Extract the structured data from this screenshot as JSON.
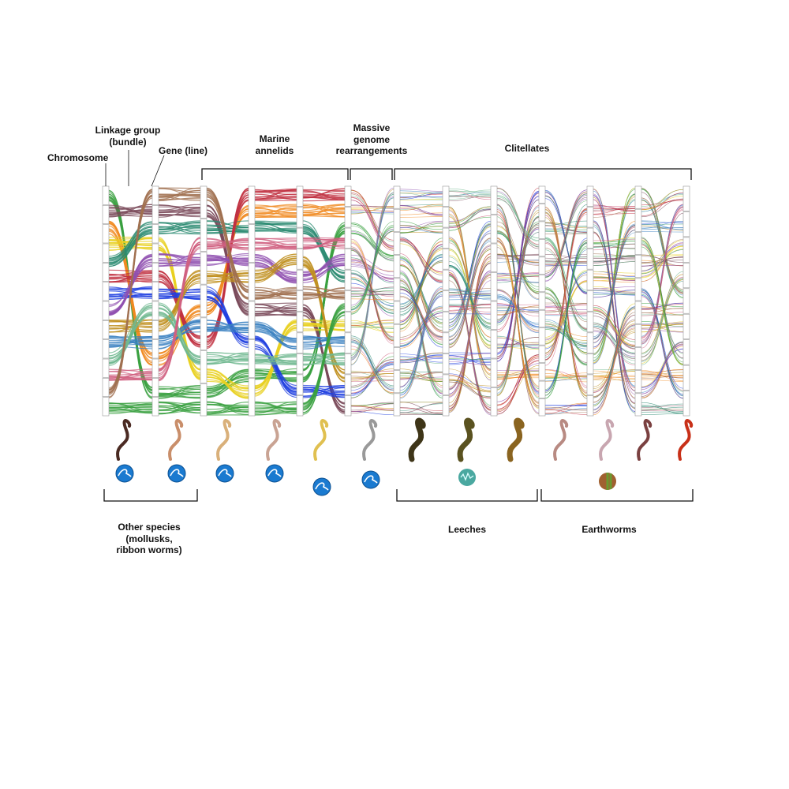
{
  "annotations": {
    "chromosome": "Chromosome",
    "linkage_group": [
      "Linkage group",
      "(bundle)"
    ],
    "gene": "Gene (line)"
  },
  "groups_top": {
    "marine": [
      "Marine",
      "annelids"
    ],
    "massive": [
      "Massive",
      "genome",
      "rearrangements"
    ],
    "clitellates": "Clitellates"
  },
  "groups_bottom": {
    "other": [
      "Other species",
      "(mollusks,",
      "ribbon worms)"
    ],
    "leeches": "Leeches",
    "earthworms": "Earthworms"
  },
  "species": [
    {
      "organism": "mollusk-dark",
      "color": "#4a2a22",
      "habitat": "marine"
    },
    {
      "organism": "scallop",
      "color": "#c98e6a",
      "habitat": "marine"
    },
    {
      "organism": "ring-worm",
      "color": "#d9b07a",
      "habitat": "marine"
    },
    {
      "organism": "pink-worm",
      "color": "#c9a393",
      "habitat": "marine"
    },
    {
      "organism": "tube-worm",
      "color": "#e0c050",
      "habitat": "marine"
    },
    {
      "organism": "thin-worm",
      "color": "#999999",
      "habitat": "marine"
    },
    {
      "organism": "leech-dark",
      "color": "#3e3518",
      "habitat": ""
    },
    {
      "organism": "leech-olive",
      "color": "#5a5220",
      "habitat": "freshwater"
    },
    {
      "organism": "leech-brown",
      "color": "#8a6420",
      "habitat": ""
    },
    {
      "organism": "earthworm-pink",
      "color": "#b88a82",
      "habitat": ""
    },
    {
      "organism": "earthworm-pale",
      "color": "#c8a6b0",
      "habitat": "soil"
    },
    {
      "organism": "earthworm-dark",
      "color": "#7a4040",
      "habitat": ""
    },
    {
      "organism": "earthworm-red",
      "color": "#c83018",
      "habitat": ""
    }
  ],
  "palette": [
    "#3aa040",
    "#7a4a5a",
    "#f08a20",
    "#e8d020",
    "#2a8a70",
    "#c03040",
    "#2040e0",
    "#9050b0",
    "#c09020",
    "#3a80c0",
    "#70b890",
    "#d06080",
    "#a07050"
  ]
}
